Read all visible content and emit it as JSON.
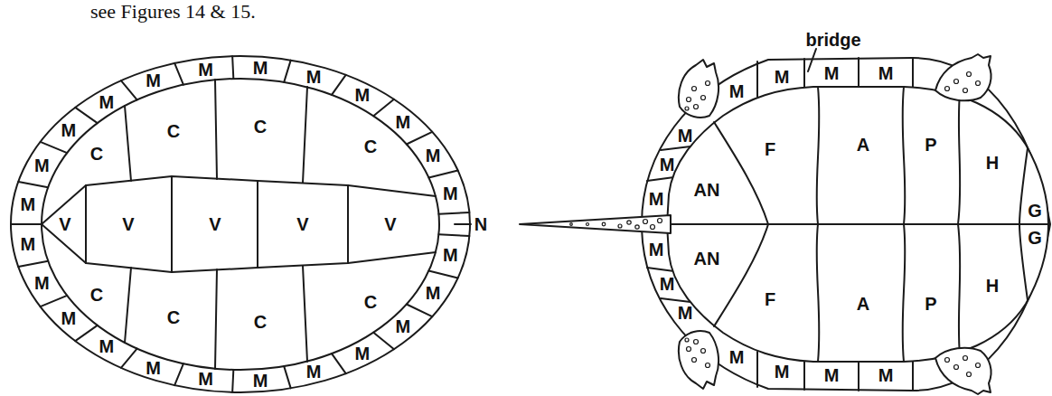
{
  "diagram": {
    "labels": [
      "see Figures 14 & 15.",
      "M",
      "M",
      "M",
      "M",
      "M",
      "M",
      "M",
      "M",
      "M",
      "M",
      "M",
      "M",
      "M",
      "M",
      "M",
      "M",
      "M",
      "M",
      "M",
      "M",
      "M",
      "M",
      "M",
      "M",
      "N",
      "V",
      "V",
      "V",
      "V",
      "V",
      "C",
      "C",
      "C",
      "C",
      "C",
      "C",
      "C",
      "C",
      "bridge",
      "M",
      "M",
      "M",
      "M",
      "M",
      "M",
      "M",
      "M",
      "M",
      "M",
      "M",
      "M",
      "M",
      "M",
      "AN",
      "AN",
      "F",
      "F",
      "A",
      "A",
      "P",
      "P",
      "H",
      "H",
      "G",
      "G"
    ]
  }
}
